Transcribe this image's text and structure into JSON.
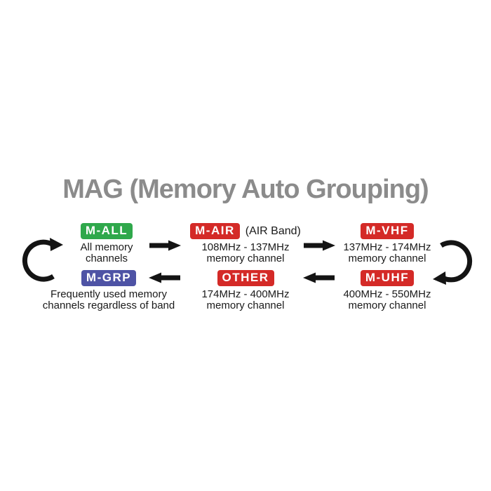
{
  "title": "MAG (Memory Auto Grouping)",
  "colors": {
    "background": "#ffffff",
    "title_text": "#8b8b8b",
    "body_text": "#1a1a1a",
    "arrow": "#141414",
    "badge_green": "#2fa84b",
    "badge_red": "#d42a27",
    "badge_blue": "#4e53a5",
    "badge_text": "#ffffff"
  },
  "nodes": [
    {
      "label": "M-ALL",
      "badge_color": "#2fa84b",
      "lines": [
        "All memory",
        "channels"
      ]
    },
    {
      "label": "M-AIR",
      "suffix": "(AIR Band)",
      "badge_color": "#d42a27",
      "lines": [
        "108MHz - 137MHz",
        "memory channel"
      ]
    },
    {
      "label": "M-VHF",
      "badge_color": "#d42a27",
      "lines": [
        "137MHz - 174MHz",
        "memory channel"
      ]
    },
    {
      "label": "M-GRP",
      "badge_color": "#4e53a5",
      "lines": [
        "Frequently used memory",
        "channels regardless of band"
      ]
    },
    {
      "label": "OTHER",
      "badge_color": "#d42a27",
      "lines": [
        "174MHz - 400MHz",
        "memory channel"
      ]
    },
    {
      "label": "M-UHF",
      "badge_color": "#d42a27",
      "lines": [
        "400MHz - 550MHz",
        "memory channel"
      ]
    }
  ],
  "icons": {
    "flow_right": "right-arrow",
    "flow_left": "left-arrow",
    "loop_left": "curved-arrow-bottom-to-top",
    "loop_right": "curved-arrow-top-to-bottom"
  }
}
